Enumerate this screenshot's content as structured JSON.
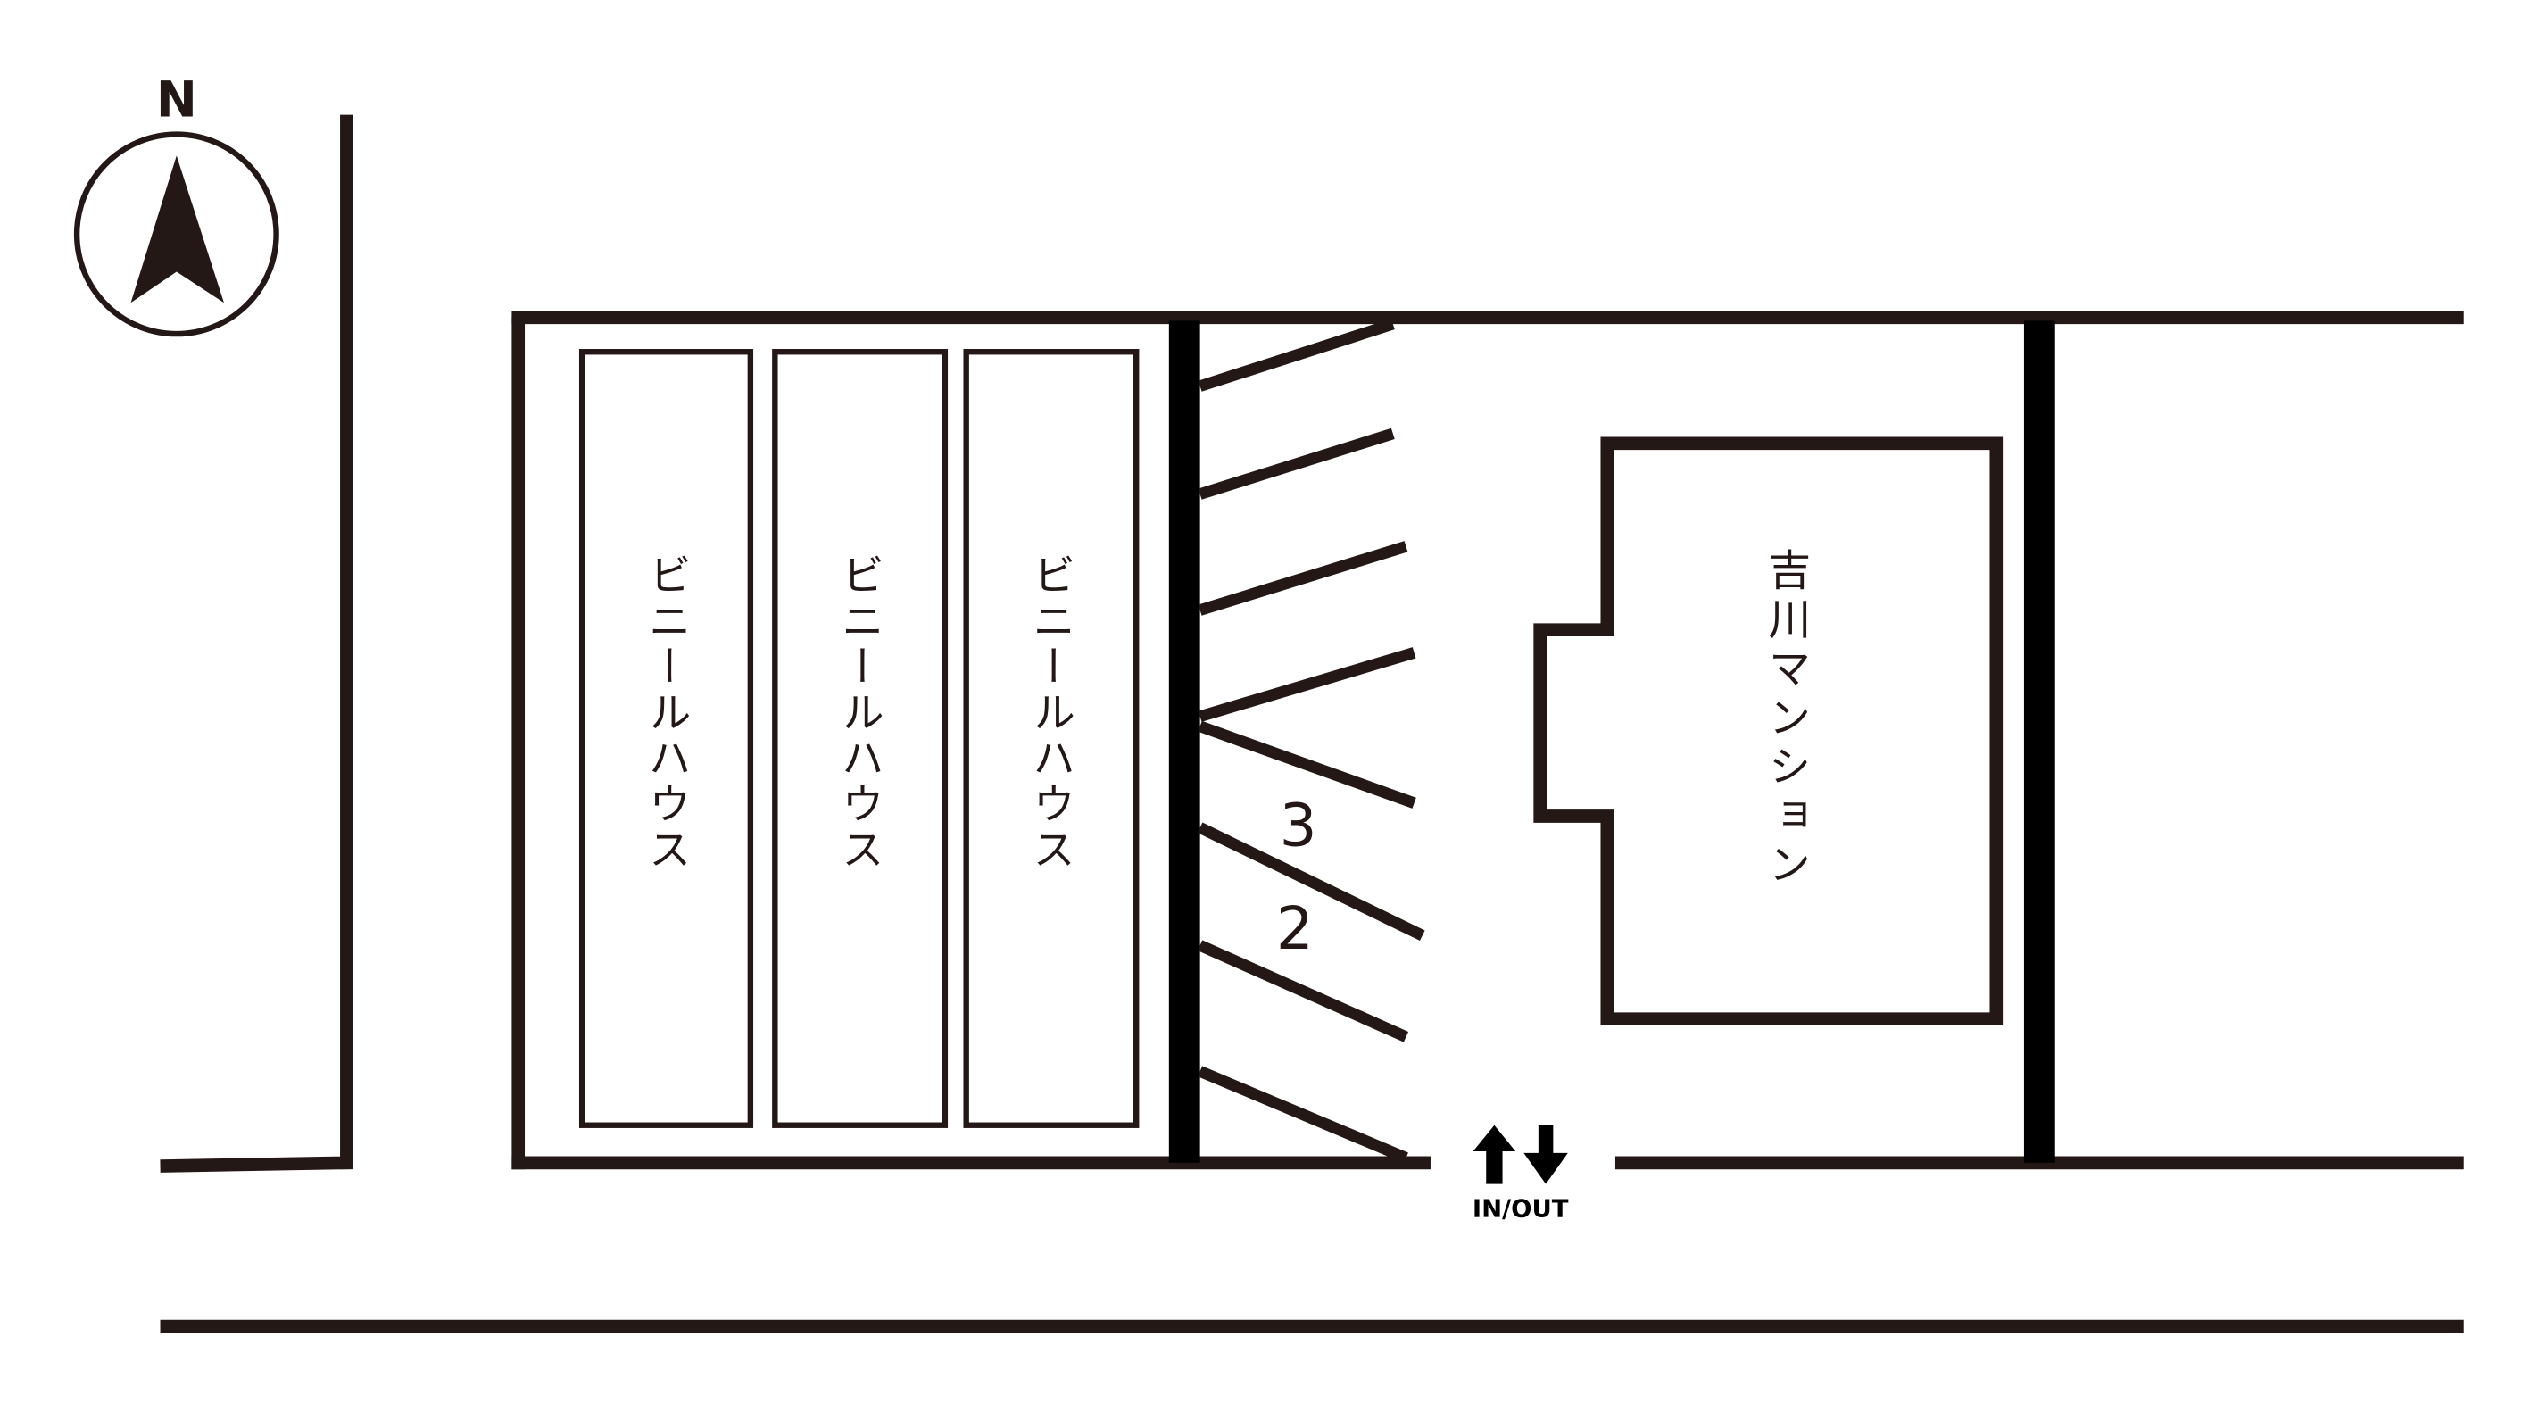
{
  "compass": {
    "label": "N"
  },
  "greenhouses": [
    {
      "label": "ビニールハウス"
    },
    {
      "label": "ビニールハウス"
    },
    {
      "label": "ビニールハウス"
    }
  ],
  "building": {
    "label": "吉川マンション"
  },
  "parking_spaces": [
    {
      "label": "3"
    },
    {
      "label": "2"
    }
  ],
  "entrance": {
    "label": "IN/OUT"
  },
  "colors": {
    "ink": "#231815",
    "background": "#ffffff"
  }
}
